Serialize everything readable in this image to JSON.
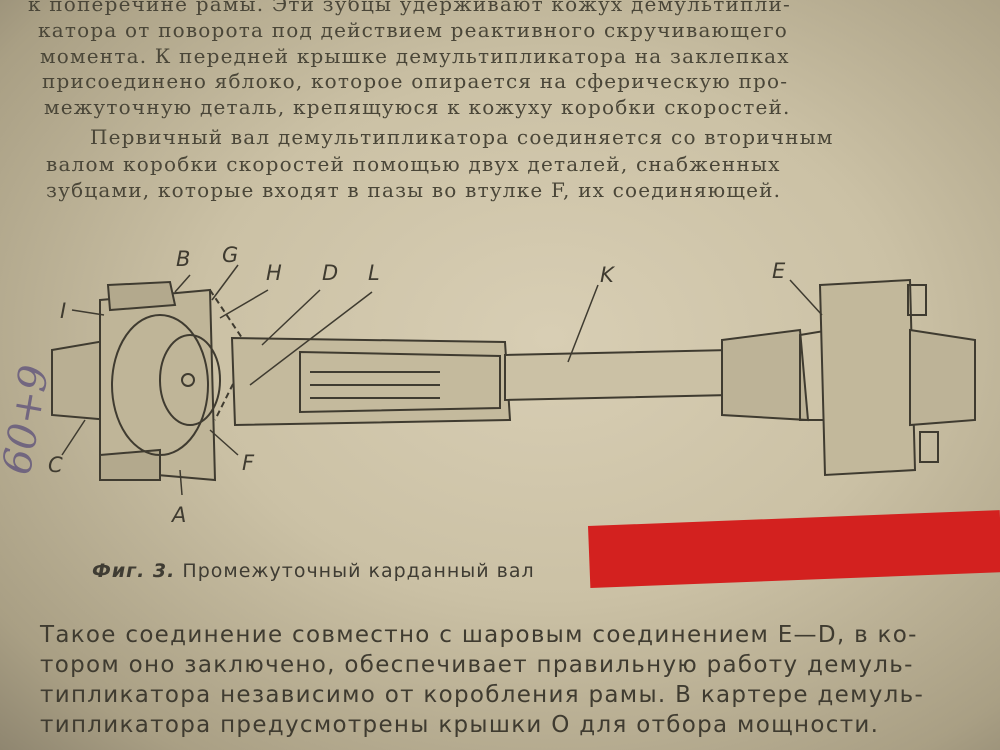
{
  "top_text": [
    "к поперечине рамы. Эти зубцы удерживают кожух демультипли-",
    "катора от поворота под действием реактивного скручивающего",
    "момента. К передней крышке демультипликатора на заклепках",
    "присоединено яблоко, которое опирается на сферическую про-",
    "межуточную деталь, крепящуюся к кожуху коробки скоростей.",
    "Первичный вал демультипликатора соединяется со вторичным",
    "валом коробки скоростей помощью двух деталей, снабженных",
    "зубцами, которые входят в пазы во втулке F, их соединяющей."
  ],
  "figure_labels": {
    "B": "B",
    "G": "G",
    "H": "H",
    "D": "D",
    "L": "L",
    "K": "K",
    "E": "E",
    "I": "I",
    "C": "C",
    "F": "F",
    "A": "A"
  },
  "caption": {
    "fig": "Фиг. 3.",
    "text": "Промежуточный карданный вал"
  },
  "bottom_text": [
    "Такое соединение совместно с шаровым соединением E—D, в ко-",
    "тором оно заключено, обеспечивает правильную работу демуль-",
    "типликатора независимо от коробления рамы. В картере демуль-",
    "типликатора предусмотрены крышки О для отбора мощности."
  ],
  "margin_note": "60+9",
  "colors": {
    "paper": "#cbc1a5",
    "ink": "#4a4638",
    "redaction": "#d3211f"
  }
}
